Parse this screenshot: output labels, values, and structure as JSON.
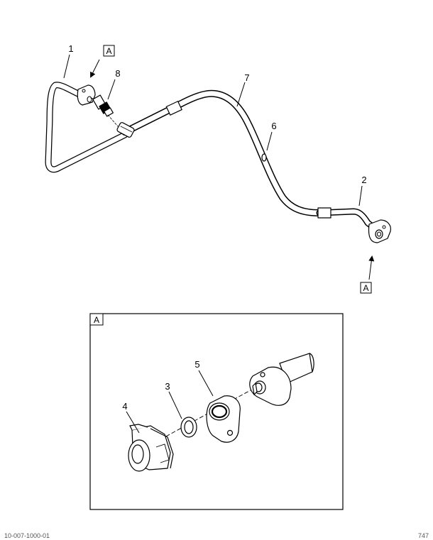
{
  "view_marker": "A",
  "detail_label": "A",
  "callouts": {
    "c1": "1",
    "c2": "2",
    "c3": "3",
    "c4": "4",
    "c5": "5",
    "c6": "6",
    "c7": "7",
    "c8": "8"
  },
  "footer": {
    "left": "10-007-1000-01",
    "right": "747"
  }
}
